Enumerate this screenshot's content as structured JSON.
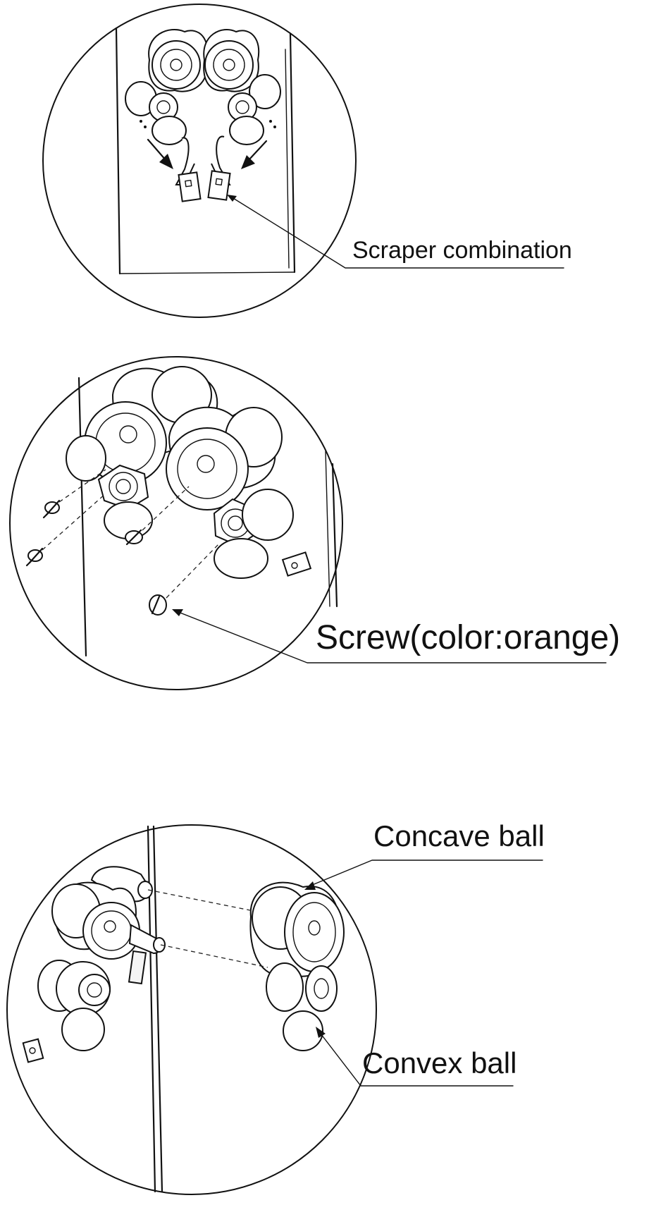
{
  "panels": [
    {
      "id": "scraper",
      "callout": "Scraper combination"
    },
    {
      "id": "screw",
      "callout": "Screw(color:orange)"
    },
    {
      "id": "balls",
      "callouts": [
        "Concave ball",
        "Convex ball"
      ]
    }
  ],
  "colors": {
    "line": "#111111",
    "background": "#ffffff"
  }
}
